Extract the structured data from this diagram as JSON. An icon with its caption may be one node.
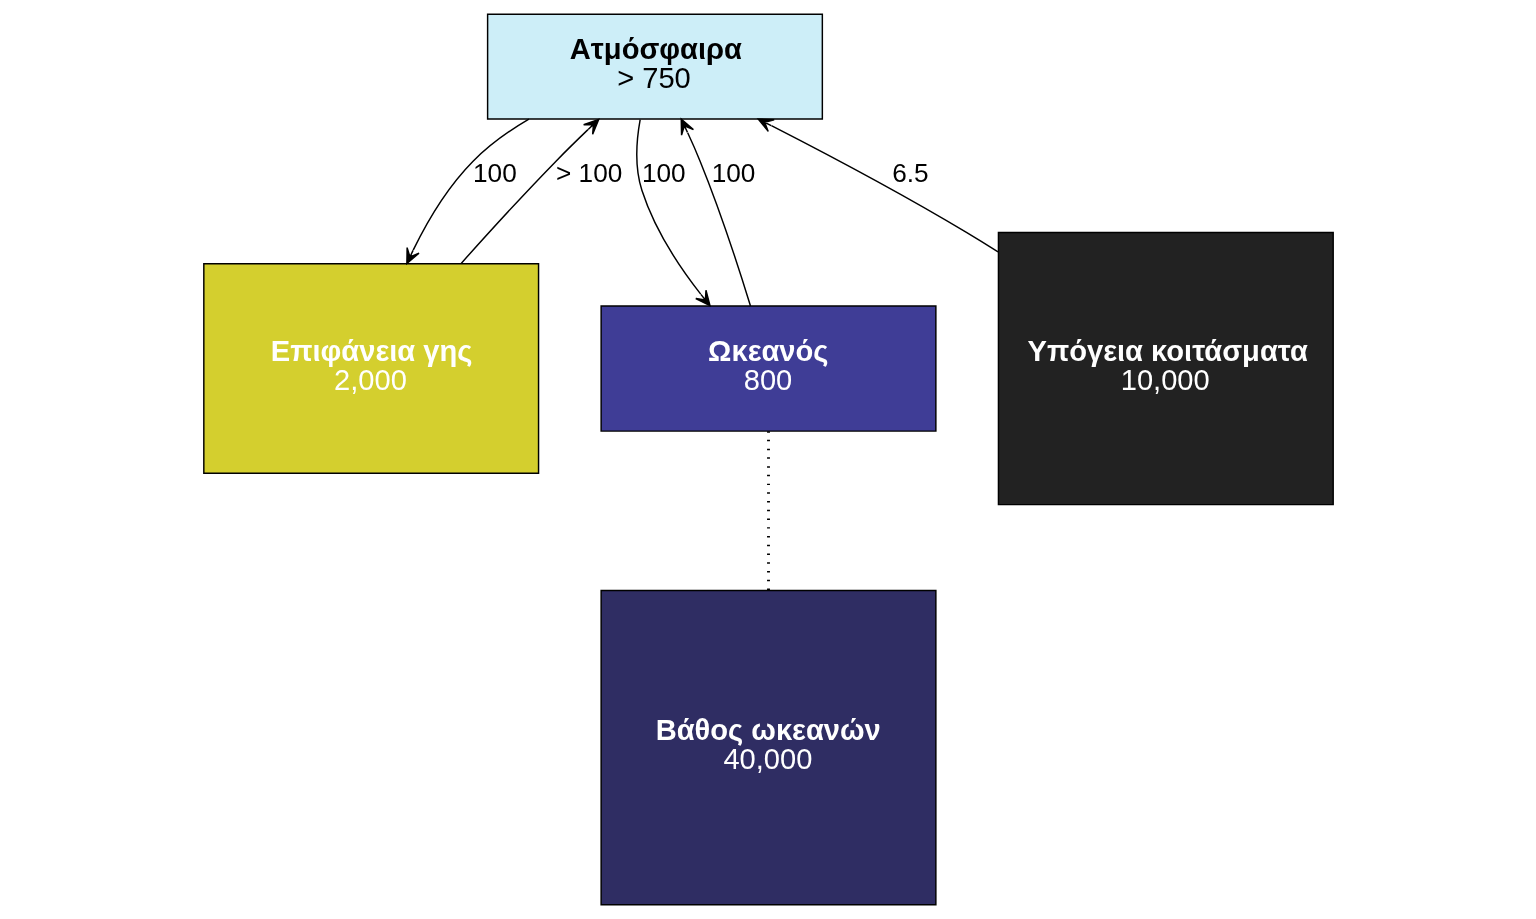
{
  "diagram": {
    "nodes": [
      {
        "text": [
          "Ατμόσφαιρα",
          "> 750"
        ]
      },
      {
        "text": [
          "Επιφάνεια γης",
          "2,000"
        ]
      },
      {
        "text": [
          "Ωκεανός",
          "800"
        ]
      },
      {
        "text": [
          "Υπόγεια κοιτάσματα",
          "10,000"
        ]
      },
      {
        "text": [
          "Βάθος ωκεανών",
          "40,000"
        ]
      }
    ],
    "edges": [
      {
        "from": 1,
        "to": 0,
        "arrow": "to",
        "label": "> 100"
      },
      {
        "from": 0,
        "to": 1,
        "arrow": "to",
        "label": "100"
      },
      {
        "from": 2,
        "to": 0,
        "arrow": "to",
        "label": "100"
      },
      {
        "from": 0,
        "to": 2,
        "arrow": "to",
        "label": "100"
      },
      {
        "from": 3,
        "to": 0,
        "arrow": "to",
        "label": "6.5"
      },
      {
        "from": 2,
        "to": 4,
        "arrow": "none",
        "style": "dashed"
      }
    ]
  }
}
